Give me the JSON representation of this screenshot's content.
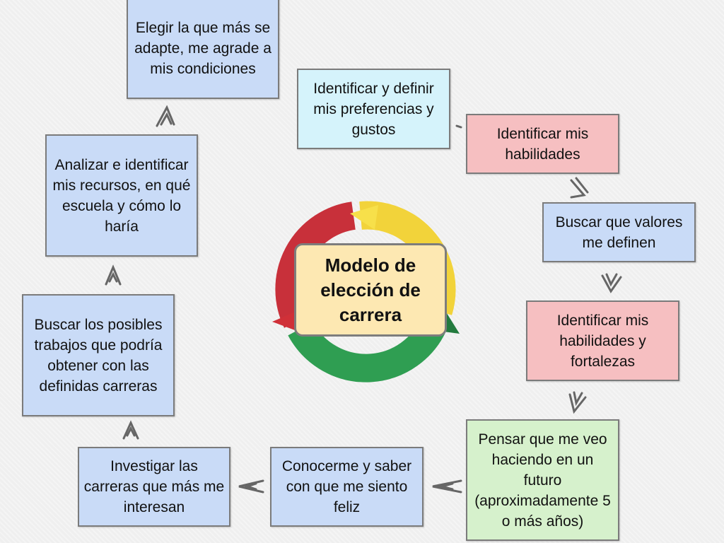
{
  "center": {
    "title": "Modelo de elección de carrera"
  },
  "steps": [
    {
      "text": "Identificar y definir mis preferencias y gustos",
      "color": "#d5f3fb"
    },
    {
      "text": "Identificar mis habilidades",
      "color": "#f6bfc1"
    },
    {
      "text": "Buscar que valores me definen",
      "color": "#c9dbf7"
    },
    {
      "text": "Identificar mis habilidades y fortalezas",
      "color": "#f6bfc1"
    },
    {
      "text": "Pensar que me veo haciendo en un futuro (aproximadamente 5 o más años)",
      "color": "#d6f1cc"
    },
    {
      "text": "Conocerme y saber con que me siento feliz",
      "color": "#c9dbf7"
    },
    {
      "text": "Investigar las carreras que más me interesan",
      "color": "#c9dbf7"
    },
    {
      "text": "Buscar los posibles trabajos que podría obtener con las definidas carreras",
      "color": "#c9dbf7"
    },
    {
      "text": "Analizar e identificar mis recursos, en qué escuela y cómo lo haría",
      "color": "#c9dbf7"
    },
    {
      "text": "Elegir la que más se adapte, me agrade a mis condiciones",
      "color": "#c9dbf7"
    }
  ]
}
